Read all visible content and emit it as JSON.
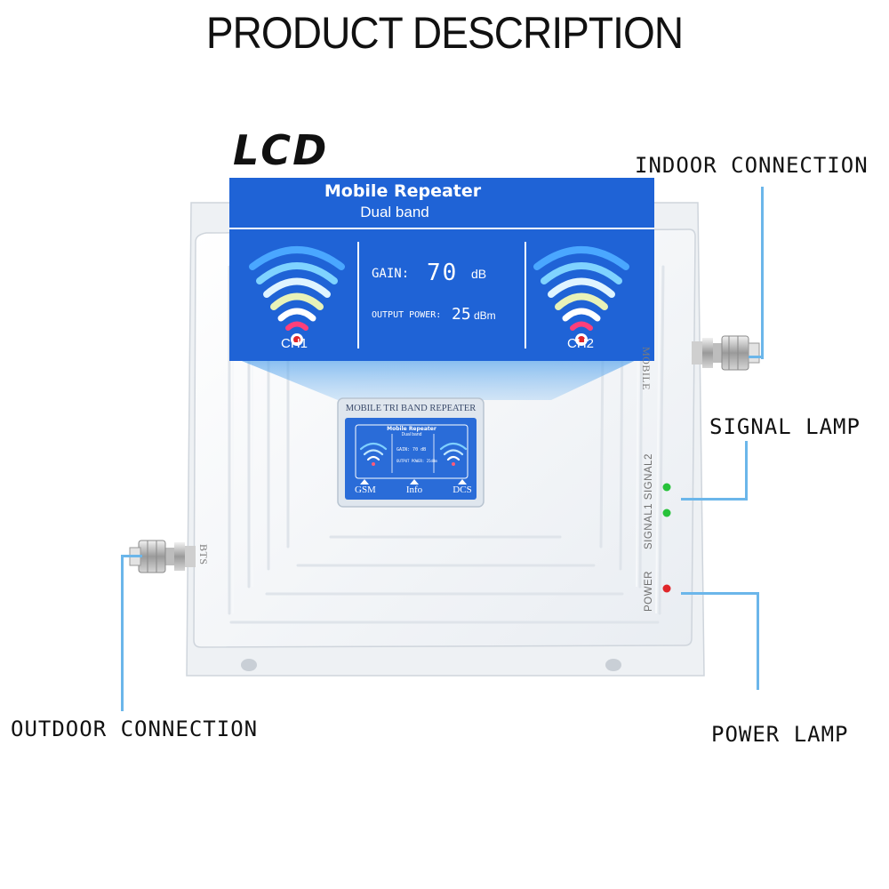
{
  "title": "PRODUCT DESCRIPTION",
  "callouts": {
    "lcd": "LCD",
    "indoor": "INDOOR CONNECTION",
    "signal_lamp": "SIGNAL LAMP",
    "outdoor": "OUTDOOR CONNECTION",
    "power_lamp": "POWER LAMP"
  },
  "lcd_display": {
    "heading": "Mobile Repeater",
    "subheading": "Dual band",
    "gain_label": "GAIN:",
    "gain_value": "70",
    "gain_unit": "dB",
    "output_label": "OUTPUT POWER:",
    "output_value": "25",
    "output_unit": "dBm",
    "ch1": "CH1",
    "ch2": "CH2"
  },
  "device": {
    "panel_heading": "MOBILE TRI BAND REPEATER",
    "mini_heading": "Mobile Repeater",
    "mini_sub": "Dual band",
    "mini_gain": "GAIN:  70  dB",
    "mini_output": "OUTPUT POWER: 25dBm",
    "buttons": [
      "GSM",
      "Info",
      "DCS"
    ],
    "port_mobile": "MOBILE",
    "port_bts": "BTS",
    "signal_labels": "SIGNAL1 SIGNAL2",
    "power_label": "POWER"
  },
  "colors": {
    "lcd_blue": "#1f63d6",
    "leader_blue": "#6bb6ea",
    "signal_led": "#27c23a",
    "power_led": "#e0262a"
  }
}
